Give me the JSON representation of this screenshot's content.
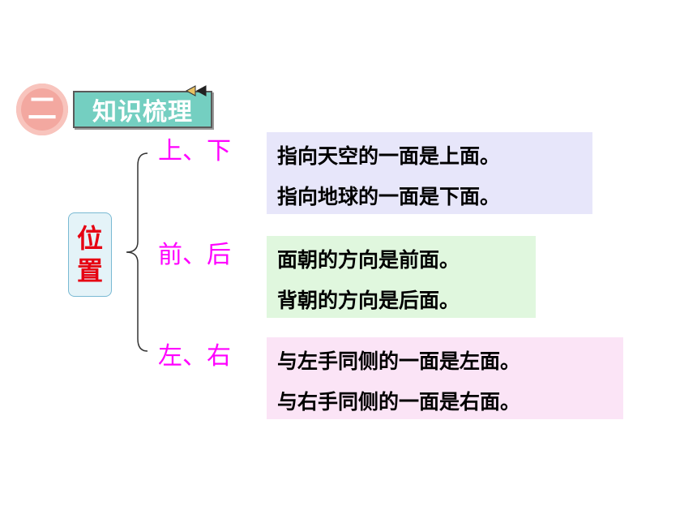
{
  "section": {
    "number": "二",
    "title": "知识梳理"
  },
  "topic": {
    "char_1": "位",
    "char_2": "置"
  },
  "pairs": [
    {
      "label": "上、下",
      "lines": [
        "指向天空的一面是上面。",
        "指向地球的一面是下面。"
      ]
    },
    {
      "label": "前、后",
      "lines": [
        "面朝的方向是前面。",
        "背朝的方向是后面。"
      ]
    },
    {
      "label": "左、右",
      "lines": [
        "与左手同侧的一面是左面。",
        "与右手同侧的一面是右面。"
      ]
    }
  ],
  "icons": {
    "speaker": "speaker-icon",
    "brace": "brace-icon"
  },
  "colors": {
    "section_badge": "#f3a8a0",
    "section_title_bg": "#74cfc1",
    "topic_text": "#e60012",
    "pair_label": "#ff00ff",
    "box_up_down": "#e7e6fa",
    "box_front_back": "#e0f7de",
    "box_left_right": "#fbe4f6"
  }
}
